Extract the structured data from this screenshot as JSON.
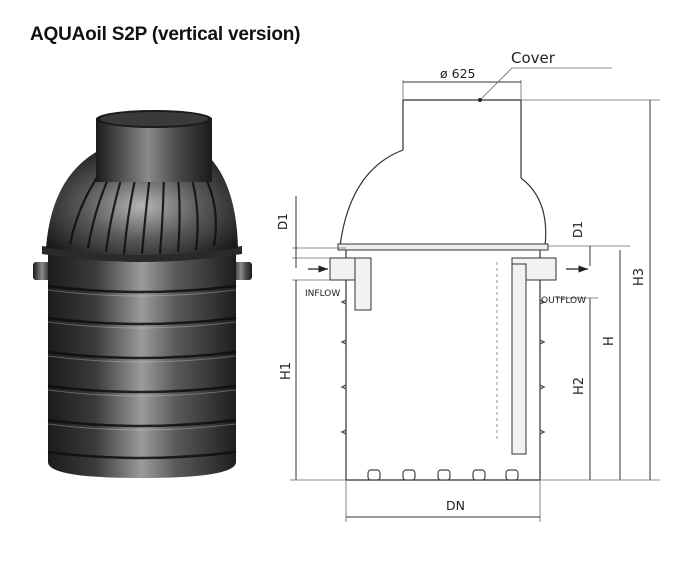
{
  "title": "AQUAoil S2P (vertical version)",
  "labels": {
    "cover": "Cover",
    "diameter": "ø 625",
    "inflow": "INFLOW",
    "outflow": "OUTFLOW",
    "d1_left": "D1",
    "d1_right": "D1",
    "h1": "H1",
    "h2": "H2",
    "h": "H",
    "h3": "H3",
    "dn": "DN"
  },
  "colors": {
    "tank_dark": "#2a2a2a",
    "tank_mid": "#555555",
    "tank_light": "#9a9a9a",
    "line": "#333333"
  }
}
